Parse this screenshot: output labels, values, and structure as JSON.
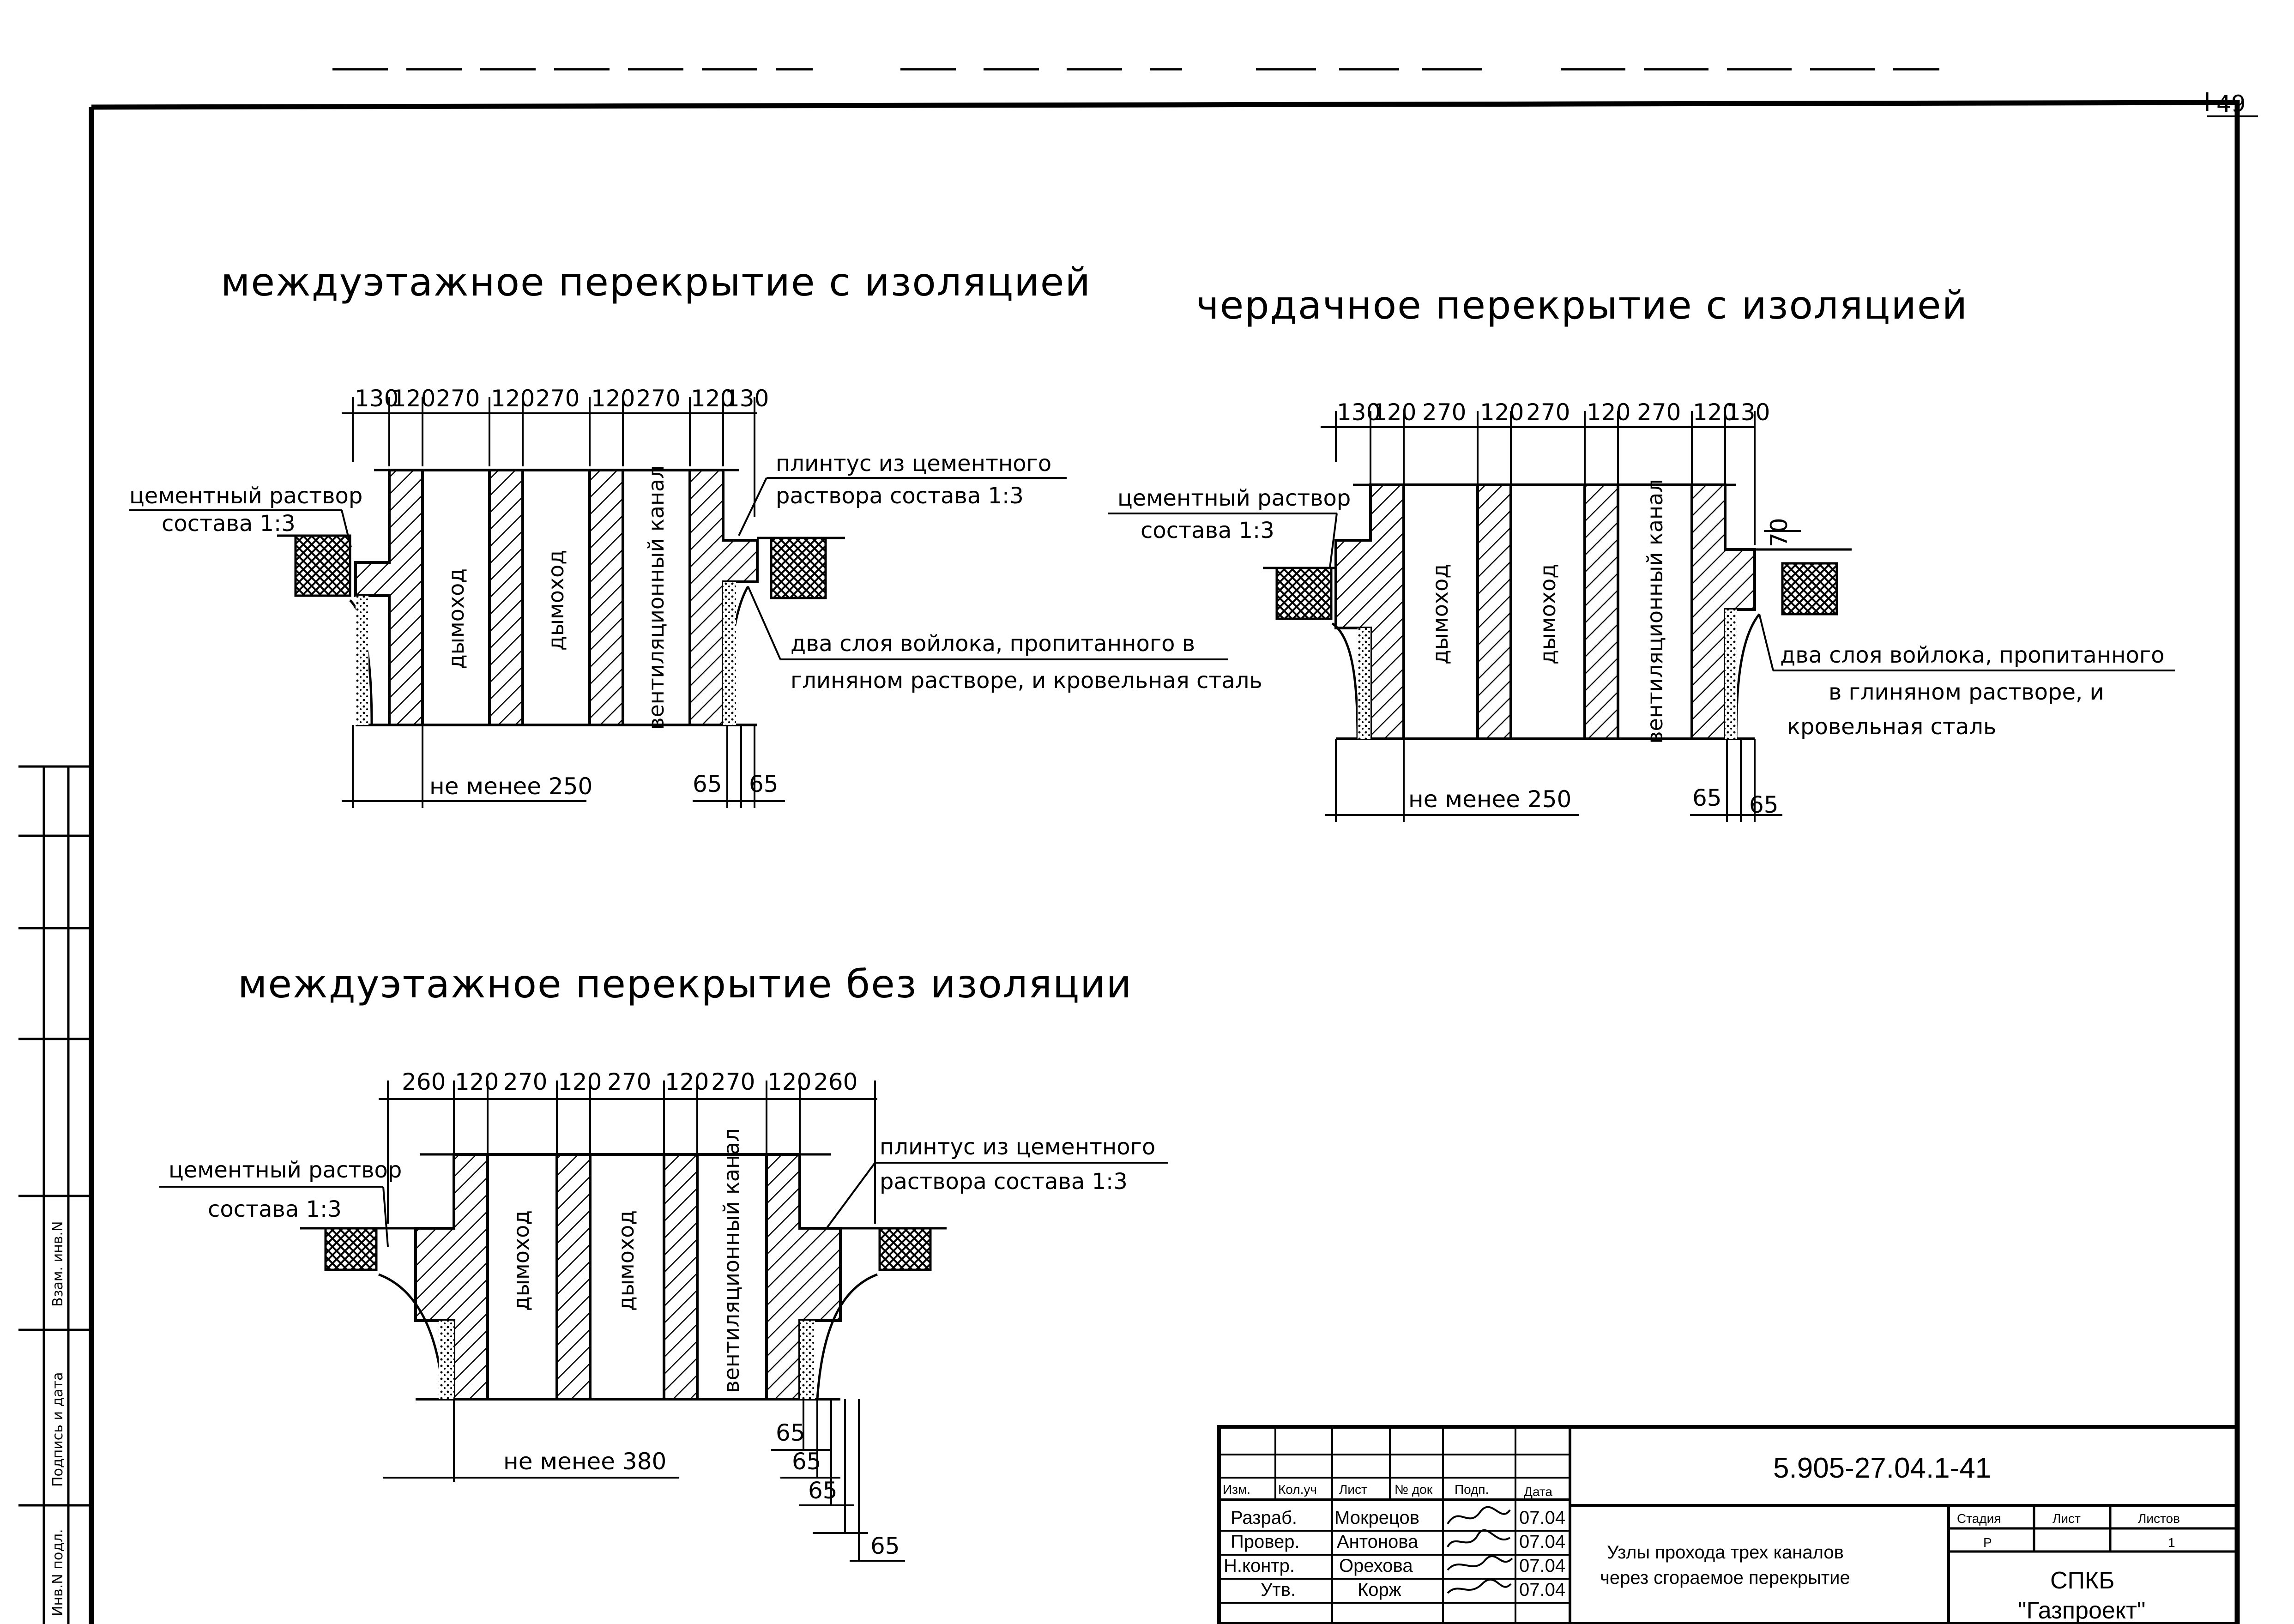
{
  "sheet": {
    "page_number": "49",
    "views": [
      {
        "title": "междуэтажное перекрытие с изоляцией",
        "top_dimensions": [
          "130",
          "120",
          "270",
          "120",
          "270",
          "120",
          "270",
          "120",
          "130"
        ],
        "channels": [
          "дымоход",
          "дымоход",
          "вентиляционный канал"
        ],
        "note_left_line1": "цементный раствор",
        "note_left_line2": "состава 1:3",
        "note_right_top_line1": "плинтус из цементного",
        "note_right_top_line2": "раствора состава 1:3",
        "note_right_bottom_line1": "два слоя войлока, пропитанного в",
        "note_right_bottom_line2": "глиняном растворе, и кровельная сталь",
        "bottom_dimension": "не менее 250",
        "small_dims": [
          "65",
          "65"
        ]
      },
      {
        "title": "чердачное перекрытие с изоляцией",
        "top_dimensions": [
          "130",
          "120",
          "270",
          "120",
          "270",
          "120",
          "270",
          "120",
          "130"
        ],
        "channels": [
          "дымоход",
          "дымоход",
          "вентиляционный канал"
        ],
        "note_left_line1": "цементный раствор",
        "note_left_line2": "состава 1:3",
        "note_right_line1": "два слоя войлока, пропитанного",
        "note_right_line2": "в глиняном растворе, и",
        "note_right_line3": "кровельная сталь",
        "side_dimension": "70",
        "bottom_dimension": "не менее 250",
        "small_dims": [
          "65",
          "65"
        ]
      },
      {
        "title": "междуэтажное перекрытие без изоляции",
        "top_dimensions": [
          "260",
          "120",
          "270",
          "120",
          "270",
          "120",
          "270",
          "120",
          "260"
        ],
        "channels": [
          "дымоход",
          "дымоход",
          "вентиляционный канал"
        ],
        "note_left_line1": "цементный раствор",
        "note_left_line2": "состава 1:3",
        "note_right_line1": "плинтус из цементного",
        "note_right_line2": "раствора состава 1:3",
        "bottom_dimension": "не менее 380",
        "small_dims": [
          "65",
          "65",
          "65",
          "65"
        ]
      }
    ],
    "side_stamp": {
      "cells": [
        "Взам. инв.N",
        "Подпись и дата",
        "Инв.N подл."
      ]
    },
    "title_block": {
      "code": "5.905-27.04.1-41",
      "headers": [
        "Изм.",
        "Кол.уч",
        "Лист",
        "№ док",
        "Подп.",
        "Дата"
      ],
      "rows": [
        {
          "role": "Разраб.",
          "name": "Мокрецов",
          "date": "07.04"
        },
        {
          "role": "Провер.",
          "name": "Антонова",
          "date": "07.04"
        },
        {
          "role": "Н.контр.",
          "name": "Орехова",
          "date": "07.04"
        },
        {
          "role": "Утв.",
          "name": "Корж",
          "date": "07.04"
        }
      ],
      "description_line1": "Узлы прохода трех каналов",
      "description_line2": "через сгораемое перекрытие",
      "stage_header": "Стадия",
      "sheet_header": "Лист",
      "sheets_header": "Листов",
      "stage": "Р",
      "sheets_total": "1",
      "org_line1": "СПКБ",
      "org_line2": "\"Газпроект\""
    }
  }
}
